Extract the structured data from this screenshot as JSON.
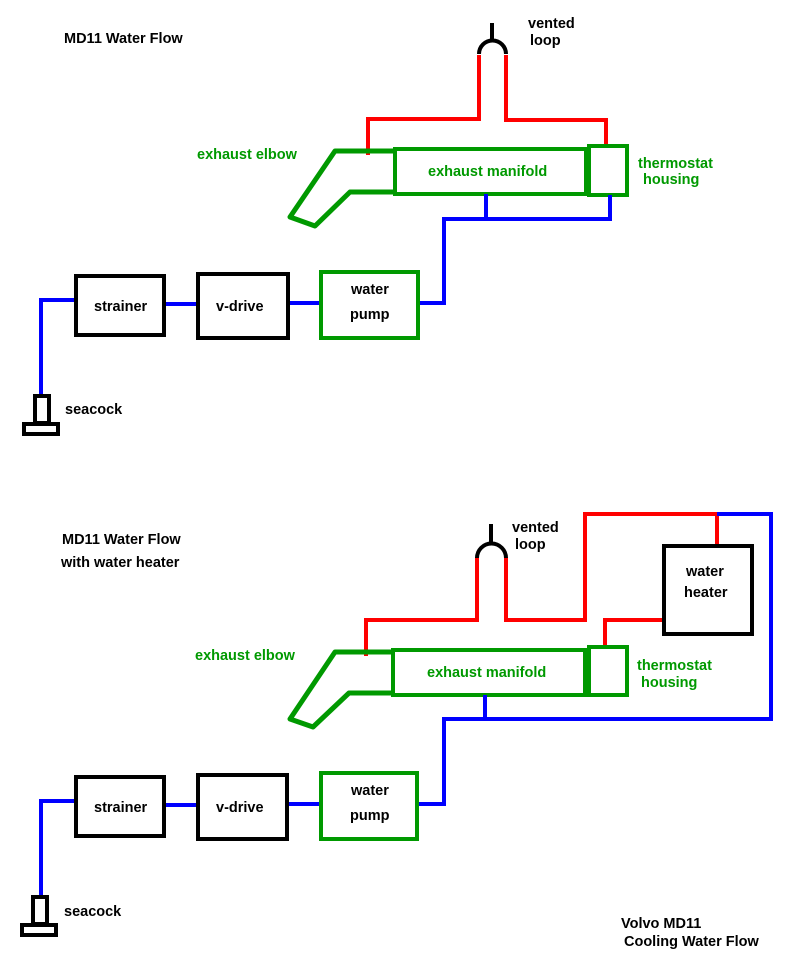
{
  "colors": {
    "hot_water": "#ff0000",
    "raw_water": "#0000ff",
    "engine_parts": "#009900",
    "components": "#000000"
  },
  "top_diagram": {
    "title": "MD11 Water Flow",
    "labels": {
      "vented_loop_1": "vented",
      "vented_loop_2": "loop",
      "exhaust_elbow": "exhaust elbow",
      "exhaust_manifold": "exhaust manifold",
      "thermostat_1": "thermostat",
      "thermostat_2": "housing",
      "strainer": "strainer",
      "v_drive": "v-drive",
      "water_pump_1": "water",
      "water_pump_2": "pump",
      "seacock": "seacock"
    }
  },
  "bottom_diagram": {
    "title_1": "MD11 Water Flow",
    "title_2": "with water heater",
    "labels": {
      "vented_loop_1": "vented",
      "vented_loop_2": "loop",
      "exhaust_elbow": "exhaust elbow",
      "exhaust_manifold": "exhaust manifold",
      "thermostat_1": "thermostat",
      "thermostat_2": "housing",
      "water_heater_1": "water",
      "water_heater_2": "heater",
      "strainer": "strainer",
      "v_drive": "v-drive",
      "water_pump_1": "water",
      "water_pump_2": "pump",
      "seacock": "seacock"
    }
  },
  "footer": {
    "line1": "Volvo MD11",
    "line2": "Cooling Water Flow"
  }
}
